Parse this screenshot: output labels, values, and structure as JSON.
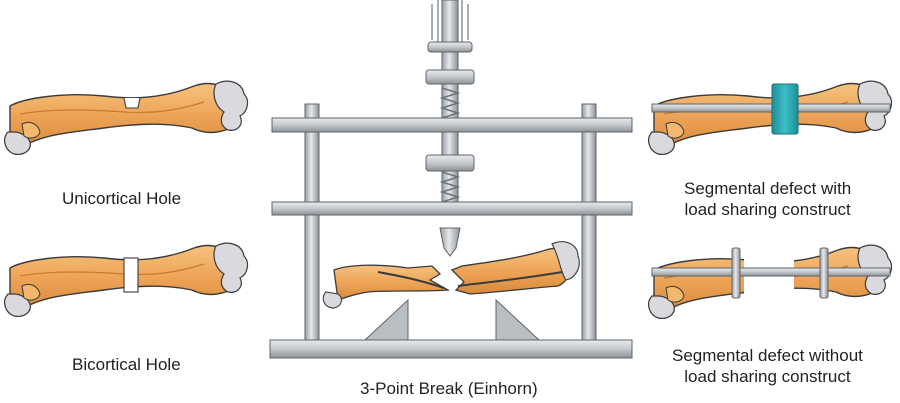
{
  "labels": {
    "unicortical": "Unicortical Hole",
    "bicortical": "Bicortical Hole",
    "three_point": "3-Point Break (Einhorn)",
    "seg_with_line1": "Segmental defect with",
    "seg_with_line2": "load sharing construct",
    "seg_without_line1": "Segmental defect without",
    "seg_without_line2": "load sharing construct"
  },
  "colors": {
    "bone": "#f0aa5e",
    "bone_inner": "#d98a36",
    "outline": "#3b3b3b",
    "cartilage": "#d9d9de",
    "metal": "#c9cdd1",
    "metal_dark": "#8e9399",
    "teal_band": "#2aa7b0"
  }
}
